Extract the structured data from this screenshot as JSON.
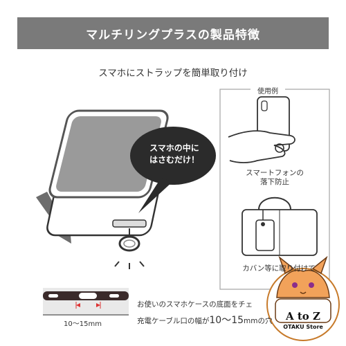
{
  "header": {
    "title": "マルチリングプラスの製品特徴"
  },
  "subtitle": "スマホにストラップを簡単取り付け",
  "bubble": {
    "line1": "スマホの中に",
    "line2": "はさむだけ！"
  },
  "usage": {
    "label": "使用例",
    "caption1": [
      "スマートフォンの",
      "落下防止"
    ],
    "caption2": "カバン等に取り付けて"
  },
  "bottom": {
    "dimension": "10～15mm",
    "note_line1": "お使いのスマホケースの底面をチェ",
    "note_line2_prefix": "充電ケーブル口の幅が",
    "note_line2_value": "10～15",
    "note_line2_suffix": "mmの穴"
  },
  "logo": {
    "title": "A to Z",
    "subtitle": "OTAKU Store"
  }
}
